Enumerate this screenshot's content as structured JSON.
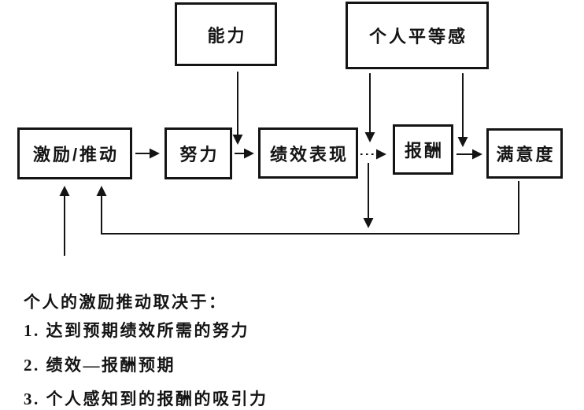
{
  "colors": {
    "ink": "#141414",
    "background": "#ffffff"
  },
  "nodes": {
    "motivation": {
      "label": "激励/推动"
    },
    "effort": {
      "label": "努力"
    },
    "performance": {
      "label": "绩效表现"
    },
    "reward": {
      "label": "报酬"
    },
    "satisfaction": {
      "label": "满意度"
    },
    "ability": {
      "label": "能力"
    },
    "equity": {
      "label": "个人平等感"
    }
  },
  "edges": [
    {
      "from": "motivation",
      "to": "effort",
      "style": "solid-arrow"
    },
    {
      "from": "effort",
      "to": "performance",
      "style": "solid-arrow"
    },
    {
      "from": "ability",
      "to": "effort-performance-link",
      "style": "solid-arrow-down"
    },
    {
      "from": "performance",
      "to": "reward",
      "style": "dotted-arrow"
    },
    {
      "from": "reward",
      "to": "satisfaction",
      "style": "solid-arrow"
    },
    {
      "from": "equity",
      "to": "performance-reward-link",
      "style": "solid-arrow-down"
    },
    {
      "from": "equity",
      "to": "reward-satisfaction-link",
      "style": "solid-arrow-down"
    },
    {
      "from": "performance-reward-link",
      "to": "feedback-line",
      "style": "solid-arrow-down"
    },
    {
      "from": "satisfaction",
      "to": "motivation",
      "style": "solid-feedback-loop"
    },
    {
      "from": "notes",
      "to": "motivation",
      "style": "solid-arrow-up"
    }
  ],
  "notes": {
    "heading": "个人的激励推动取决于：",
    "items": [
      "1. 达到预期绩效所需的努力",
      "2. 绩效—报酬预期",
      "3. 个人感知到的报酬的吸引力"
    ]
  }
}
